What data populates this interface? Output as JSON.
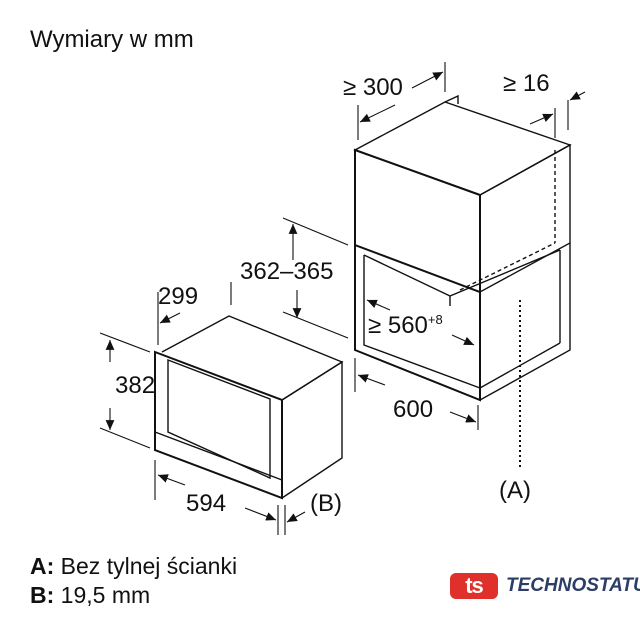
{
  "title": "Wymiary w mm",
  "dimensions": {
    "cabinet_depth": "≥ 300",
    "cabinet_gap": "≥ 16",
    "niche_height": "362–365",
    "niche_width": "≥ 560",
    "niche_width_tolerance": "+8",
    "cabinet_width": "600",
    "appliance_depth": "299",
    "appliance_height": "382",
    "appliance_width": "594",
    "label_a": "(A)",
    "label_b": "(B)"
  },
  "legend": [
    {
      "key": "A:",
      "text": "Bez tylnej ścianki"
    },
    {
      "key": "B:",
      "text": "19,5 mm"
    }
  ],
  "logo": {
    "mark": "ts",
    "text": "TECHNOSTATUS",
    "mark_color": "#e0302b",
    "text_color": "#2c3e66"
  }
}
